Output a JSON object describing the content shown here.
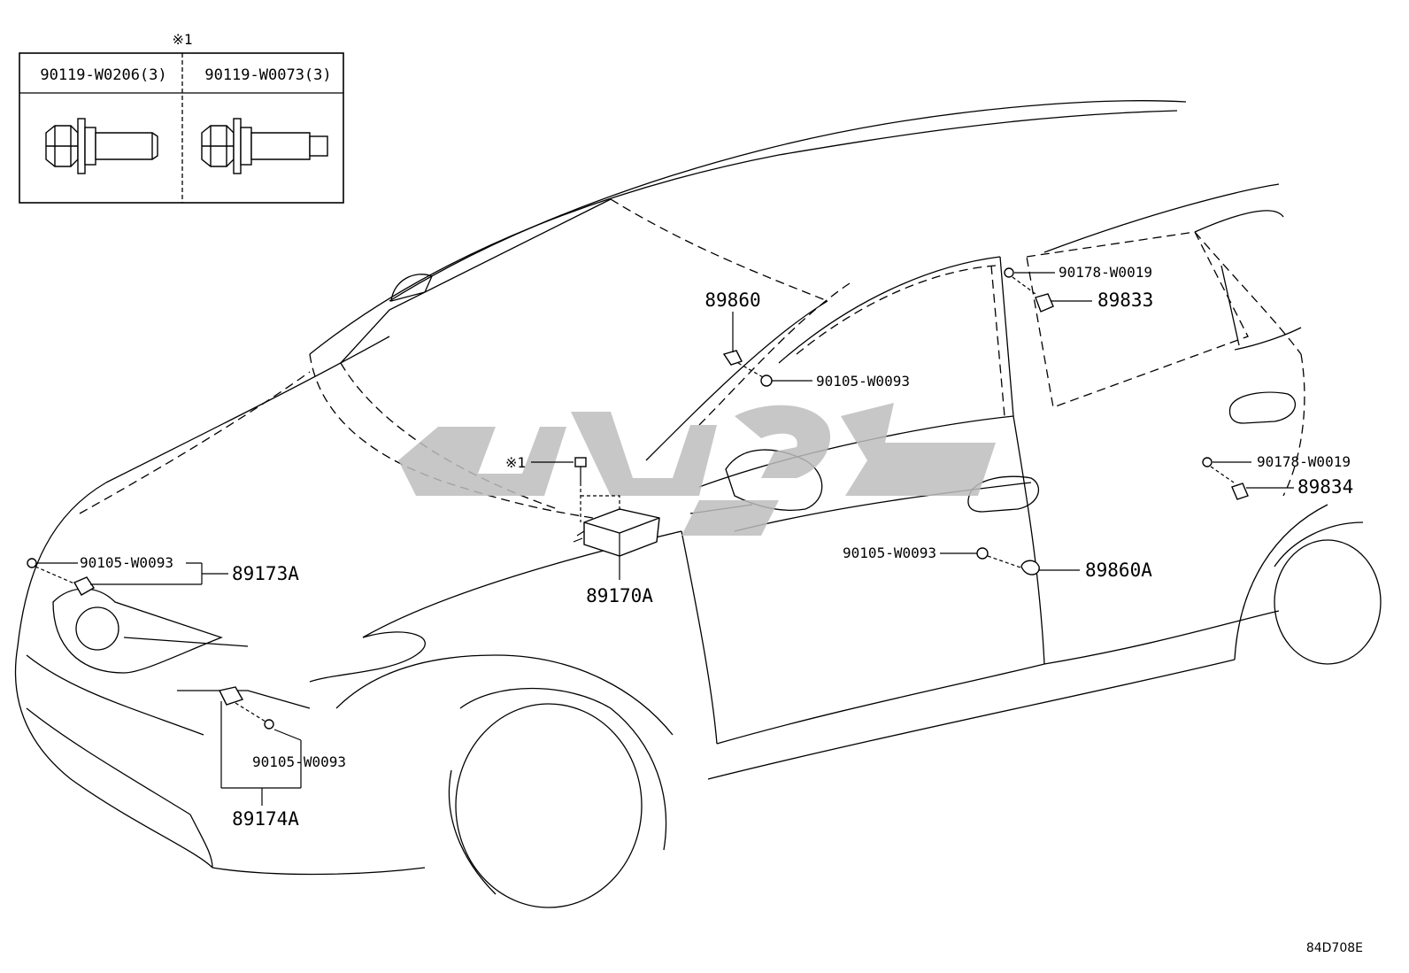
{
  "figure_code": "84D708E",
  "inset": {
    "note_mark": "※1",
    "columns": [
      {
        "part_no": "90119-W0206(3)"
      },
      {
        "part_no": "90119-W0073(3)"
      }
    ]
  },
  "callouts": {
    "c_89860": "89860",
    "c_90105_a": "90105-W0093",
    "c_90178_a": "90178-W0019",
    "c_89833": "89833",
    "c_90178_b": "90178-W0019",
    "c_89834": "89834",
    "c_note1": "※1",
    "c_89170A": "89170A",
    "c_90105_b": "90105-W0093",
    "c_89173A": "89173A",
    "c_90105_c": "90105-W0093",
    "c_89860A": "89860A",
    "c_90105_d": "90105-W0093",
    "c_89174A": "89174A"
  }
}
